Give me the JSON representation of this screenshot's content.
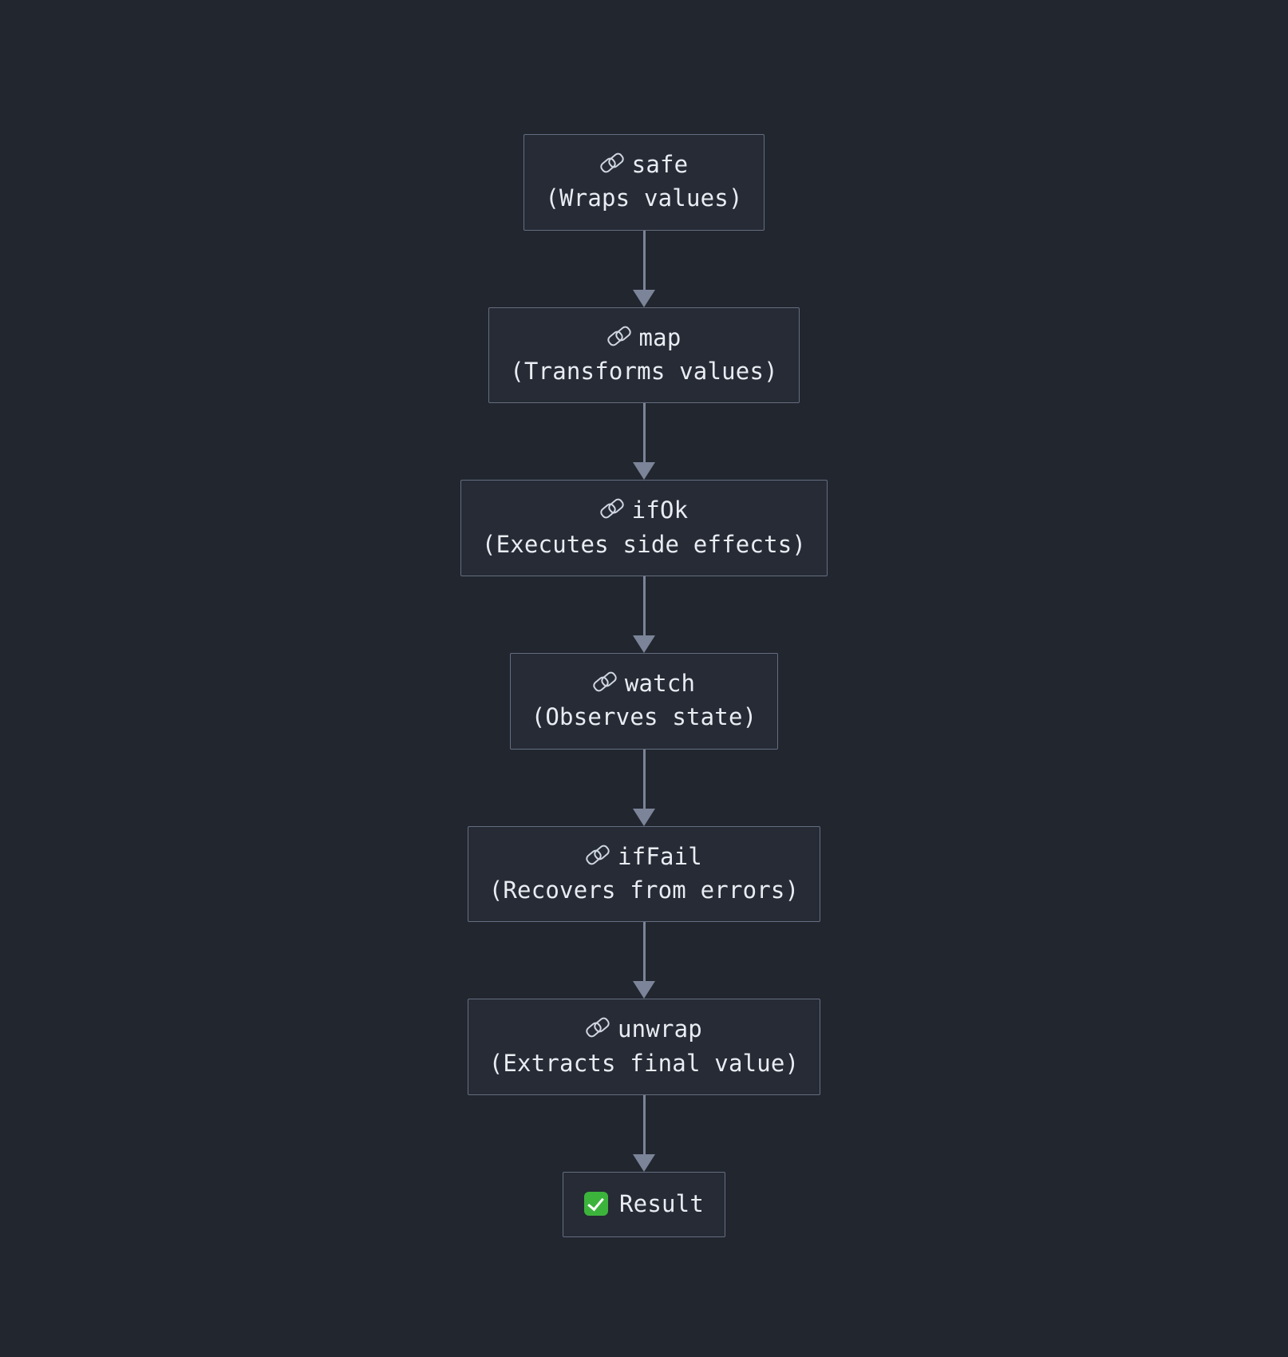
{
  "diagram": {
    "type": "flowchart",
    "direction": "top-down",
    "background_color": "#22262f",
    "node_fill_color": "#262b35",
    "node_border_color": "#646d80",
    "edge_color": "#7b8498",
    "text_color": "#e9ecf2",
    "accent_color": "#3cb43c",
    "nodes": [
      {
        "id": "safe",
        "icon": "link-icon",
        "title": "safe",
        "subtitle": "(Wraps values)",
        "kind": "process"
      },
      {
        "id": "map",
        "icon": "link-icon",
        "title": "map",
        "subtitle": "(Transforms values)",
        "kind": "process"
      },
      {
        "id": "ifOk",
        "icon": "link-icon",
        "title": "ifOk",
        "subtitle": "(Executes side effects)",
        "kind": "process"
      },
      {
        "id": "watch",
        "icon": "link-icon",
        "title": "watch",
        "subtitle": "(Observes state)",
        "kind": "process"
      },
      {
        "id": "ifFail",
        "icon": "link-icon",
        "title": "ifFail",
        "subtitle": "(Recovers from errors)",
        "kind": "process"
      },
      {
        "id": "unwrap",
        "icon": "link-icon",
        "title": "unwrap",
        "subtitle": "(Extracts final value)",
        "kind": "process"
      },
      {
        "id": "result",
        "icon": "check-mark-icon",
        "title": "Result",
        "subtitle": "",
        "kind": "terminal"
      }
    ],
    "edges": [
      {
        "from": "safe",
        "to": "map",
        "style": "solid-arrow"
      },
      {
        "from": "map",
        "to": "ifOk",
        "style": "solid-arrow"
      },
      {
        "from": "ifOk",
        "to": "watch",
        "style": "solid-arrow"
      },
      {
        "from": "watch",
        "to": "ifFail",
        "style": "solid-arrow"
      },
      {
        "from": "ifFail",
        "to": "unwrap",
        "style": "solid-arrow"
      },
      {
        "from": "unwrap",
        "to": "result",
        "style": "solid-arrow"
      }
    ]
  }
}
